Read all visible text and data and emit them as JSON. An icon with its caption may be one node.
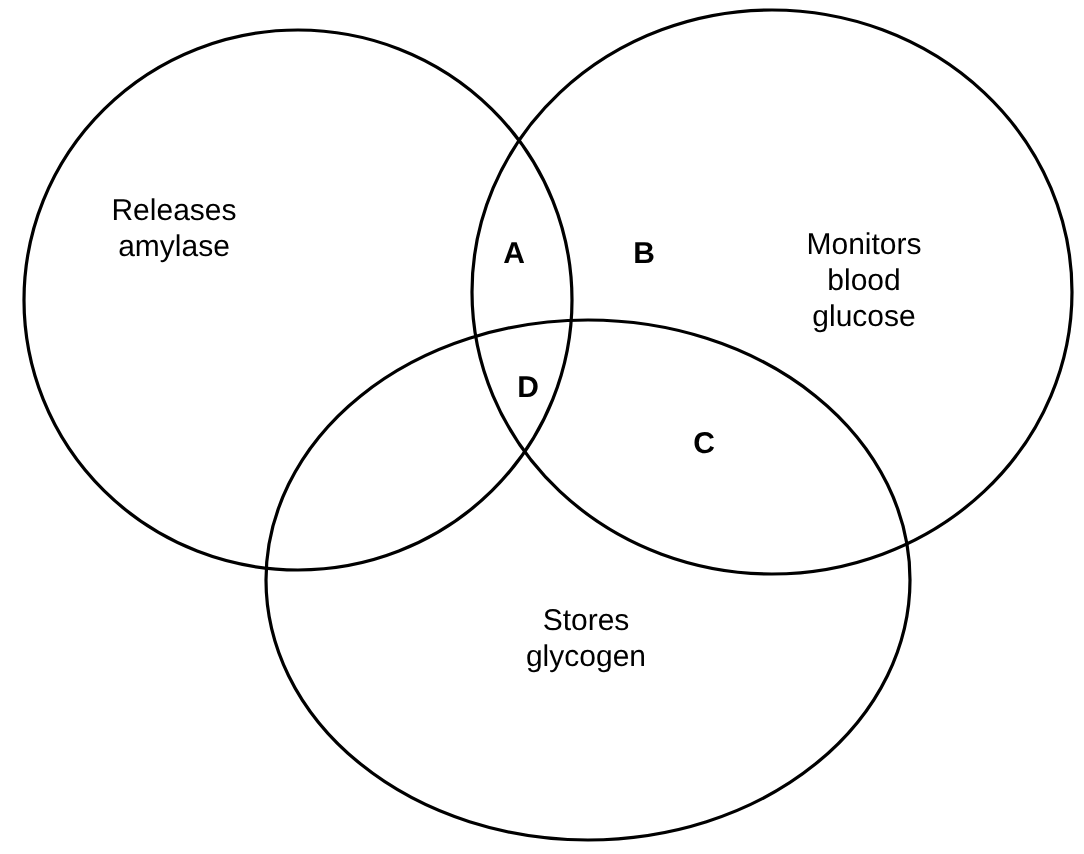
{
  "diagram": {
    "nodes": [
      {
        "text": [
          "Releases amylase"
        ]
      },
      {
        "text": [
          "Monitors blood glucose"
        ]
      },
      {
        "text": [
          "Stores glycogen"
        ]
      }
    ],
    "labels": [
      "A",
      "B",
      "D",
      "C"
    ]
  }
}
